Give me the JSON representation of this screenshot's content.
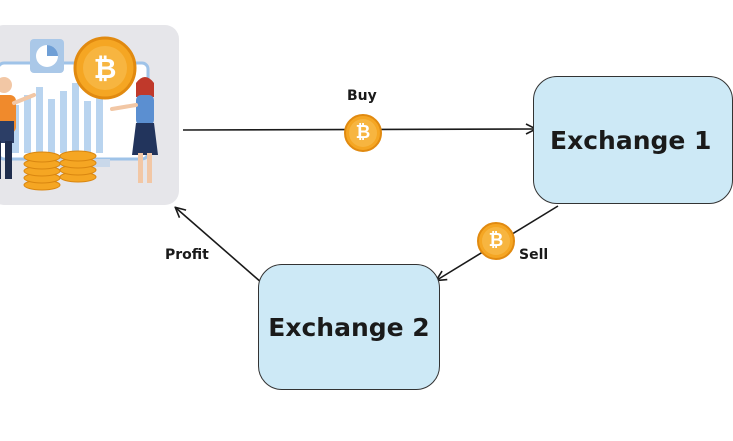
{
  "diagram": {
    "nodes": {
      "exchange_1": "Exchange 1",
      "exchange_2": "Exchange 2"
    },
    "edges": {
      "buy_label": "Buy",
      "sell_label": "Sell",
      "profit_label": "Profit"
    },
    "coin_symbol": "₿",
    "icons": [
      "bitcoin-coin-icon",
      "trader-illustration"
    ],
    "colors": {
      "node_fill": "#cde9f6",
      "coin": "#f5a623",
      "arrow": "#1a1a1a"
    }
  }
}
